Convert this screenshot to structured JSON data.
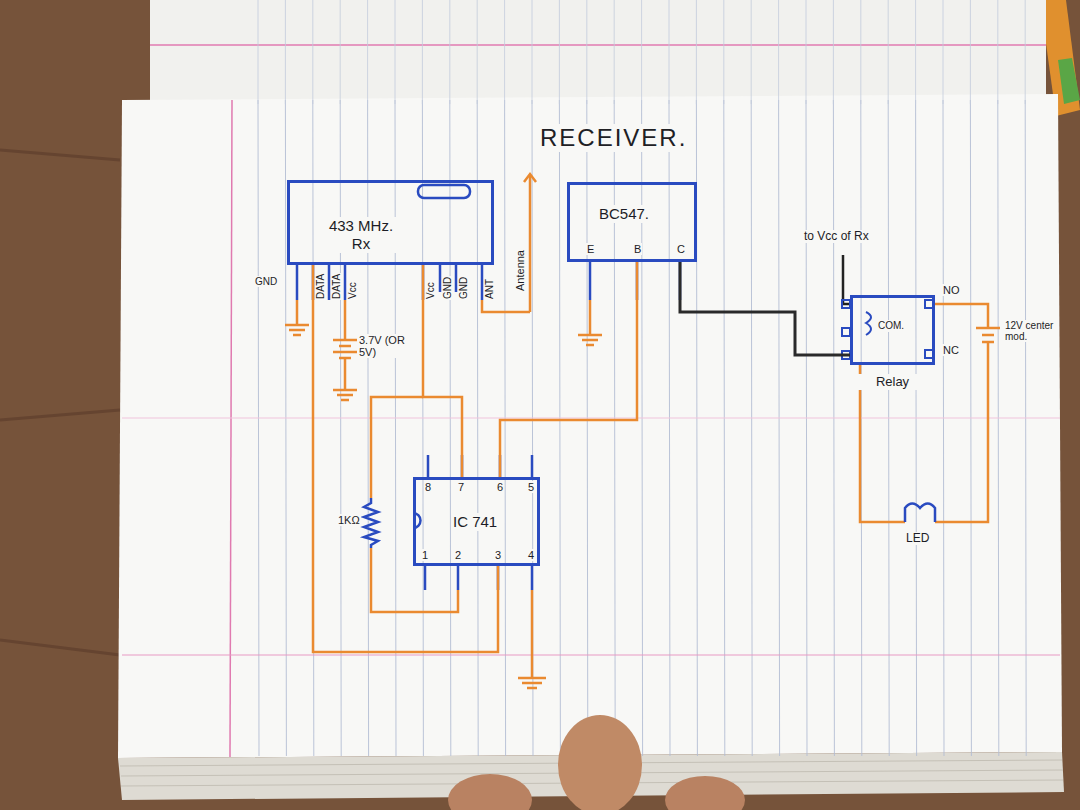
{
  "diagram": {
    "title": "RECEIVER.",
    "nodes": [
      {
        "text": [
          "433 MHz. Rx"
        ]
      },
      {
        "text": [
          "BC547."
        ]
      },
      {
        "text": [
          "IC 741"
        ]
      },
      {
        "text": [
          "COM.",
          "Relay"
        ]
      }
    ],
    "edges": [
      {
        "from": 0,
        "to": 2,
        "arrow": "none"
      },
      {
        "from": 0,
        "to": 2,
        "arrow": "none"
      },
      {
        "from": 1,
        "to": 2,
        "arrow": "none"
      },
      {
        "from": 1,
        "to": 3,
        "arrow": "none"
      }
    ],
    "labels": [
      "GND",
      "DATA",
      "DATA",
      "Vcc",
      "Vcc",
      "GND",
      "GND",
      "ANT",
      "Antenna",
      "3.7V (OR 5V)",
      "E",
      "B",
      "C",
      "to Vcc of Rx",
      "NO",
      "NC",
      "12V center mod.",
      "1KΩ",
      "8",
      "7",
      "6",
      "5",
      "1",
      "2",
      "3",
      "4",
      "LED"
    ]
  }
}
